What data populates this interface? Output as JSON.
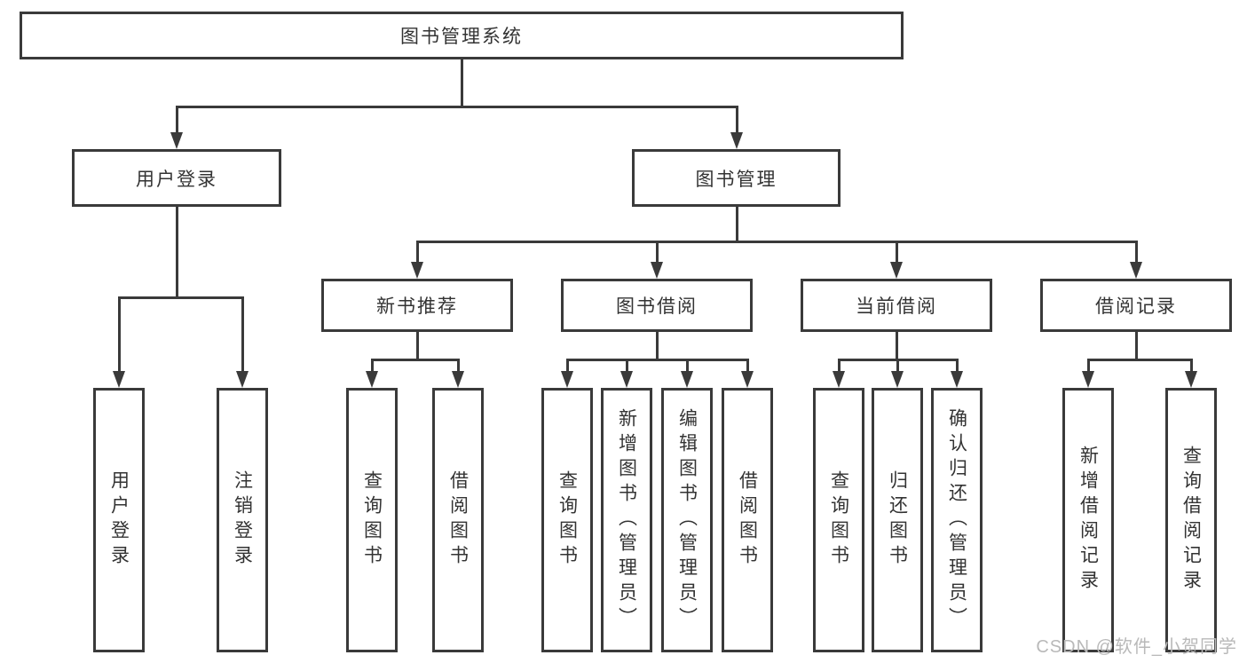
{
  "diagram_title": "图书管理系统",
  "tree": {
    "root": {
      "label": "图书管理系统",
      "children": [
        {
          "label": "用户登录",
          "children": [
            {
              "label": "用户登录"
            },
            {
              "label": "注销登录"
            }
          ]
        },
        {
          "label": "图书管理",
          "children": [
            {
              "label": "新书推荐",
              "children": [
                {
                  "label": "查询图书"
                },
                {
                  "label": "借阅图书"
                }
              ]
            },
            {
              "label": "图书借阅",
              "children": [
                {
                  "label": "查询图书"
                },
                {
                  "label": "新增图书（管理员）"
                },
                {
                  "label": "编辑图书（管理员）"
                },
                {
                  "label": "借阅图书"
                }
              ]
            },
            {
              "label": "当前借阅",
              "children": [
                {
                  "label": "查询图书"
                },
                {
                  "label": "归还图书"
                },
                {
                  "label": "确认归还（管理员）"
                }
              ]
            },
            {
              "label": "借阅记录",
              "children": [
                {
                  "label": "新增借阅记录"
                },
                {
                  "label": "查询借阅记录"
                }
              ]
            }
          ]
        }
      ]
    }
  },
  "watermark": {
    "text": "CSDN @软件_小贺同学"
  },
  "colors": {
    "line": "#3a3a3a",
    "text": "#333333",
    "watermark": "#b9b9b9",
    "background": "#ffffff"
  }
}
